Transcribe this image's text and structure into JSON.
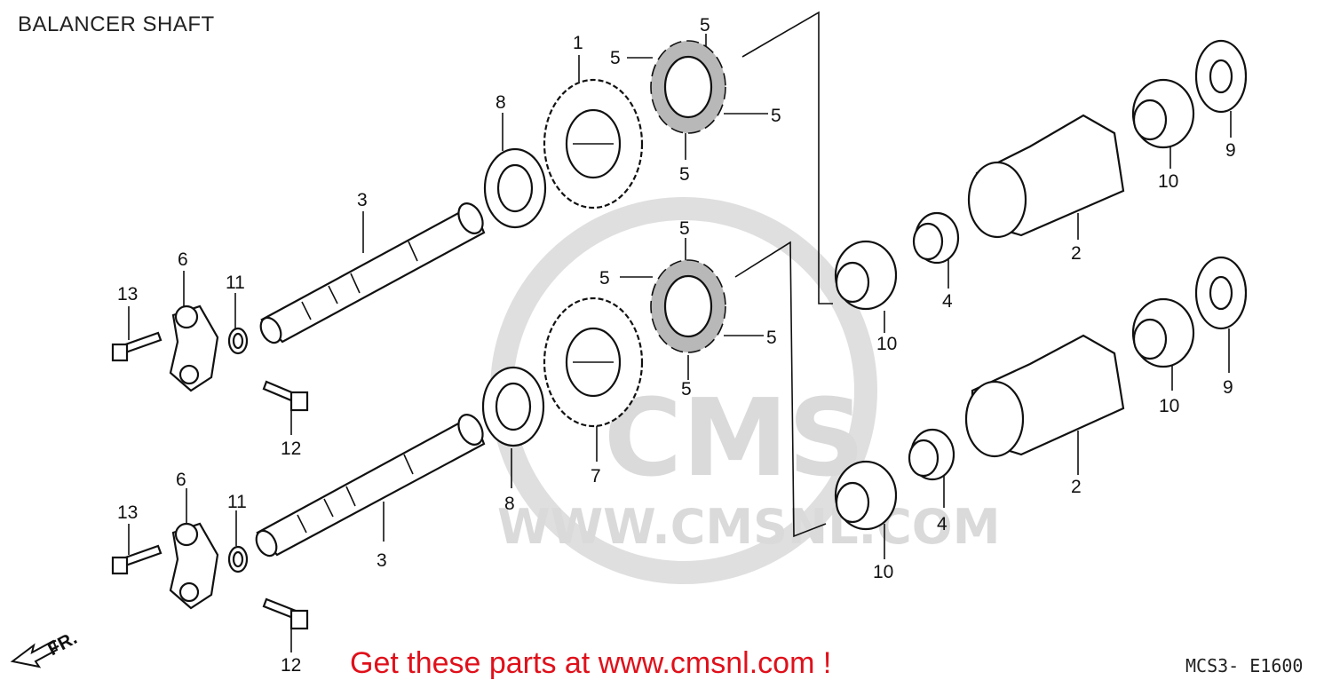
{
  "diagram": {
    "title": "BALANCER SHAFT",
    "footer_link_text": "Get these parts at www.cmsnl.com !",
    "diagram_code": "MCS3- E1600",
    "direction_marker": "FR.",
    "watermark": {
      "brand": "CMS",
      "url": "WWW.CMSNL.COM"
    }
  },
  "callouts": {
    "c1": "1",
    "c2": "2",
    "c2b": "2",
    "c3": "3",
    "c3b": "3",
    "c4": "4",
    "c4b": "4",
    "c5": "5",
    "c6": "6",
    "c6b": "6",
    "c7": "7",
    "c8": "8",
    "c8b": "8",
    "c9": "9",
    "c9b": "9",
    "c10": "10",
    "c11": "11",
    "c11b": "11",
    "c12": "12",
    "c12b": "12",
    "c13": "13",
    "c13b": "13"
  },
  "colors": {
    "outline": "#111111",
    "shading": "#b8b8b8",
    "watermark": "#d6d6d6",
    "footer": "#e0101a"
  }
}
